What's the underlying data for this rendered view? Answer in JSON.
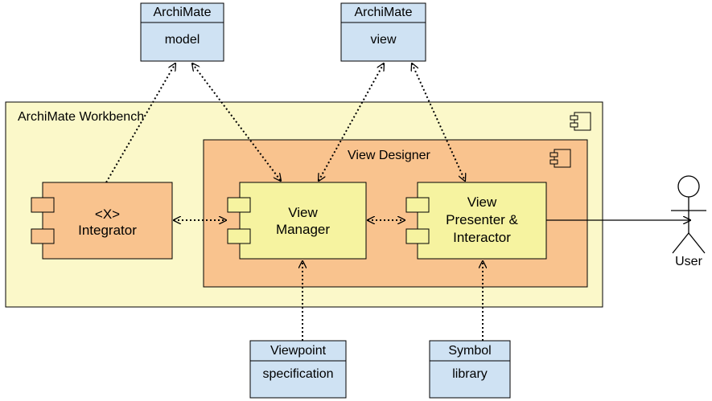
{
  "artifacts": {
    "archimate_model": {
      "title": "ArchiMate",
      "subtitle": "model"
    },
    "archimate_view": {
      "title": "ArchiMate",
      "subtitle": "view"
    },
    "viewpoint_spec": {
      "title": "Viewpoint",
      "subtitle": "specification"
    },
    "symbol_library": {
      "title": "Symbol",
      "subtitle": "library"
    }
  },
  "containers": {
    "workbench": {
      "label": "ArchiMate Workbench"
    },
    "view_designer": {
      "label": "View Designer"
    }
  },
  "components": {
    "integrator": {
      "line1": "<X>",
      "line2": "Integrator"
    },
    "view_manager": {
      "line1": "View",
      "line2": "Manager"
    },
    "view_presenter": {
      "line1": "View",
      "line2": "Presenter &",
      "line3": "Interactor"
    }
  },
  "actor": {
    "label": "User"
  },
  "colors": {
    "artifact_fill": "#cfe2f3",
    "workbench_fill": "#fbf8c9",
    "designer_fill": "#f9c38e",
    "integrator_fill": "#f9c38e",
    "component_fill": "#f6f3a0",
    "stroke": "#000000"
  }
}
